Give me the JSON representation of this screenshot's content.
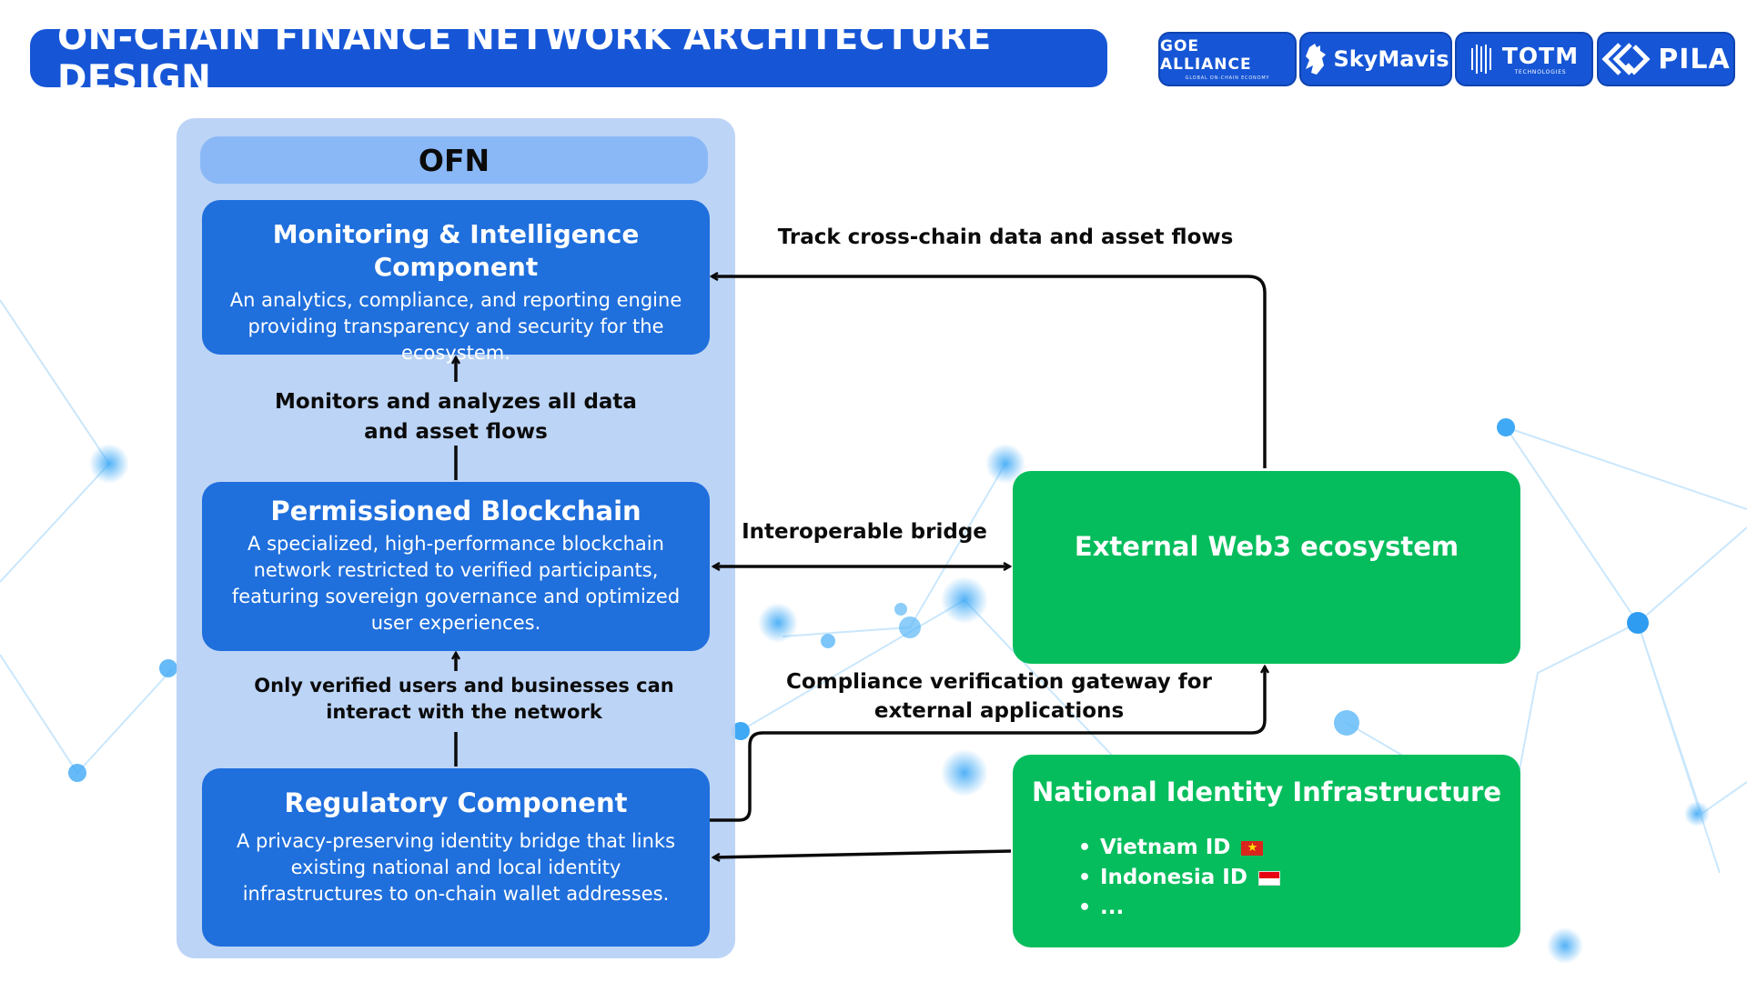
{
  "title": "ON-CHAIN FINANCE NETWORK ARCHITECTURE DESIGN",
  "logos": {
    "goe": {
      "main": "GOE ALLIANCE",
      "sub": "GLOBAL ON-CHAIN ECONOMY"
    },
    "skymavis": {
      "main": "SkyMavis"
    },
    "totm": {
      "main": "TOTM",
      "sub": "TECHNOLOGIES"
    },
    "pila": {
      "main": "PILA"
    }
  },
  "ofn": {
    "header": "OFN",
    "monitoring": {
      "title": "Monitoring & Intelligence Component",
      "desc": "An analytics, compliance, and reporting engine providing transparency and security for the ecosystem."
    },
    "blockchain": {
      "title": "Permissioned Blockchain",
      "desc": "A specialized, high-performance blockchain network restricted to verified participants, featuring sovereign governance and optimized user experiences."
    },
    "regulatory": {
      "title": "Regulatory Component",
      "desc": "A privacy-preserving identity bridge that links existing national and local identity infrastructures to on-chain wallet addresses."
    },
    "label_monitors": "Monitors and analyzes all data and asset flows",
    "label_verified": "Only verified users and businesses can interact with the network"
  },
  "external": {
    "web3_title": "External Web3 ecosystem",
    "label_track": "Track cross-chain data and asset flows",
    "label_bridge": "Interoperable bridge",
    "label_gateway": "Compliance verification gateway for external applications"
  },
  "national_identity": {
    "title": "National Identity Infrastructure",
    "items": [
      "Vietnam ID",
      "Indonesia ID",
      "..."
    ]
  },
  "colors": {
    "primary_blue": "#1656d6",
    "component_blue": "#1f6fdc",
    "panel_blue": "#b6d0f5",
    "header_blue": "#8ab8f7",
    "green": "#05bd5c"
  }
}
